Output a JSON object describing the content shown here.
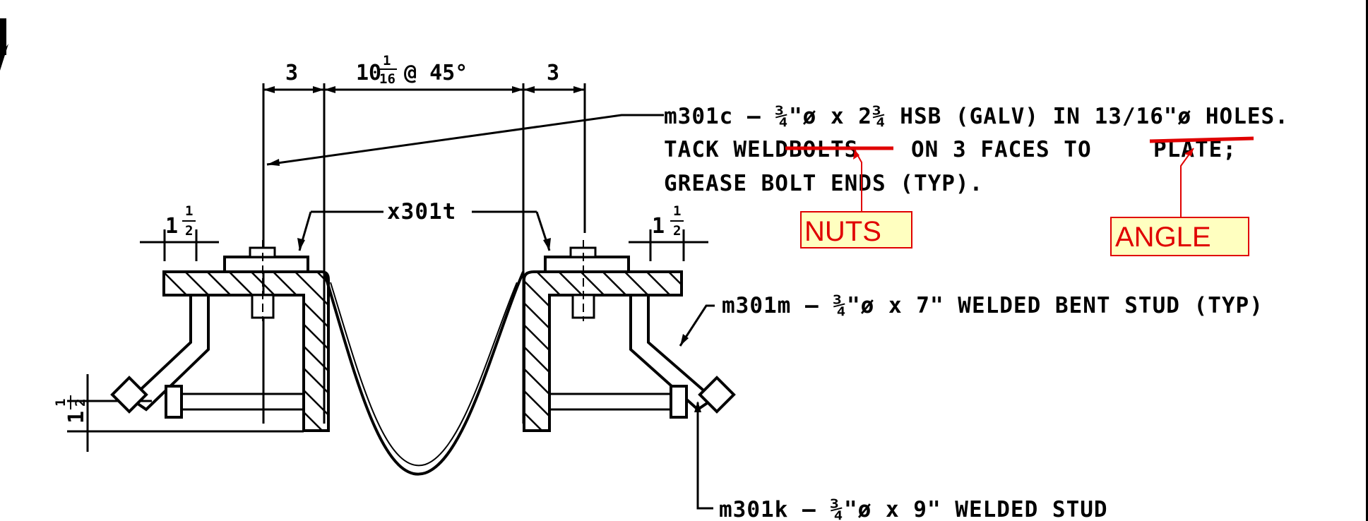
{
  "dimensions": {
    "left_gap": "3",
    "center_whole": "10",
    "center_frac_num": "1",
    "center_frac_den": "16",
    "center_angle": "@ 45°",
    "right_gap": "3",
    "left_edge_whole": "1",
    "left_edge_num": "1",
    "left_edge_den": "2",
    "right_edge_whole": "1",
    "right_edge_num": "1",
    "right_edge_den": "2",
    "vertical_whole": "1",
    "vertical_num": "1",
    "vertical_den": "2"
  },
  "callouts": {
    "x301t": "x301t",
    "m301c_line1": "m301c – ¾\"ø x 2¾ HSB (GALV) IN 13/16\"ø HOLES.",
    "m301c_line2_a": "TACK WELD",
    "m301c_line2_struck1": "BOLTS",
    "m301c_line2_b": "ON 3 FACES TO",
    "m301c_line2_struck2": "PLATE;",
    "m301c_line3": "GREASE BOLT ENDS (TYP).",
    "m301m": "m301m – ¾\"ø x 7\" WELDED BENT STUD (TYP)",
    "m301k": "m301k – ¾\"ø x 9\" WELDED STUD"
  },
  "markups": {
    "nuts": "NUTS",
    "angle": "ANGLE"
  },
  "colors": {
    "ink": "#000000",
    "markup_red": "#e00000",
    "markup_fill": "#ffffc0"
  }
}
